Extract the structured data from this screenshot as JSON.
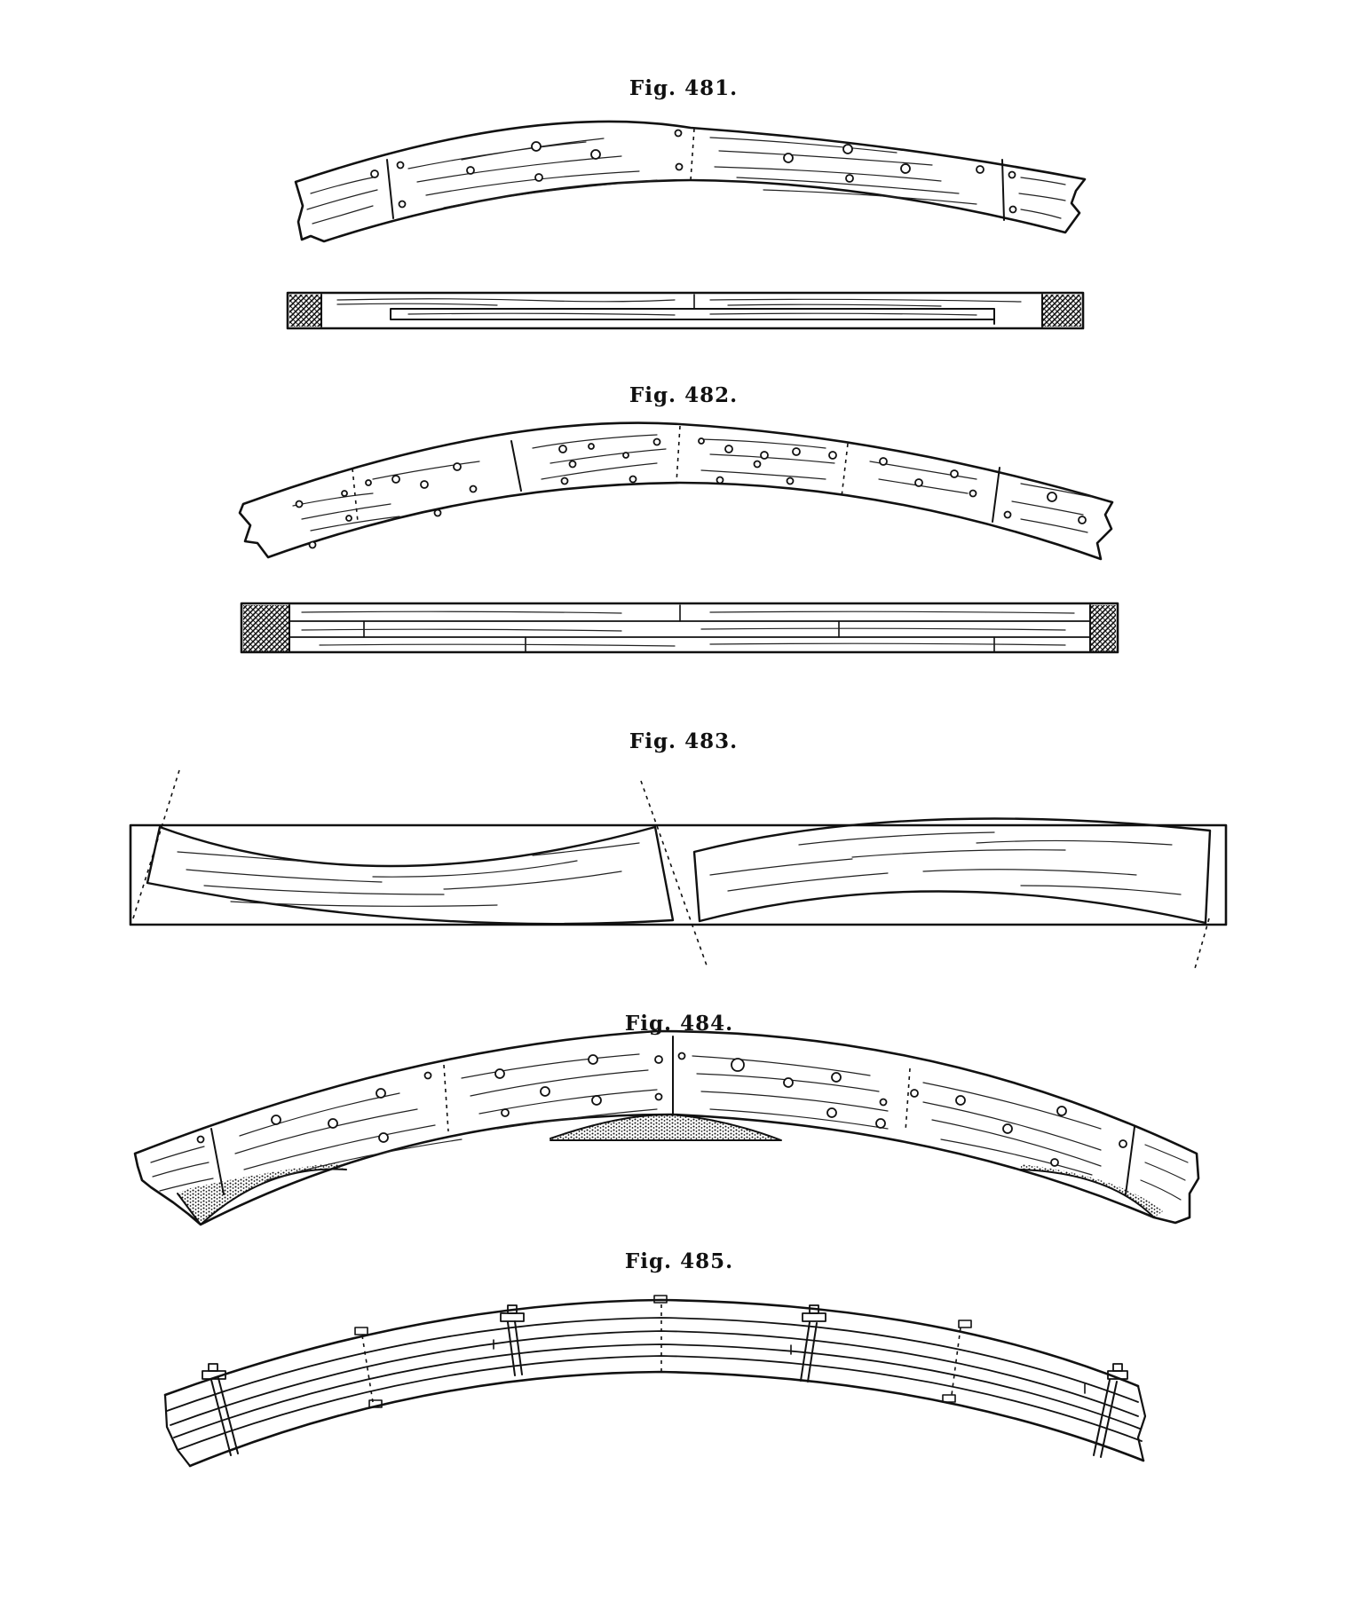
{
  "figures": [
    {
      "id": "fig-481",
      "caption": "Fig. 481."
    },
    {
      "id": "fig-482",
      "caption": "Fig. 482."
    },
    {
      "id": "fig-483",
      "caption": "Fig. 483."
    },
    {
      "id": "fig-484",
      "caption": "Fig. 484."
    },
    {
      "id": "fig-485",
      "caption": "Fig. 485."
    }
  ],
  "colors": {
    "ink": "#111111",
    "paper": "#ffffff"
  }
}
